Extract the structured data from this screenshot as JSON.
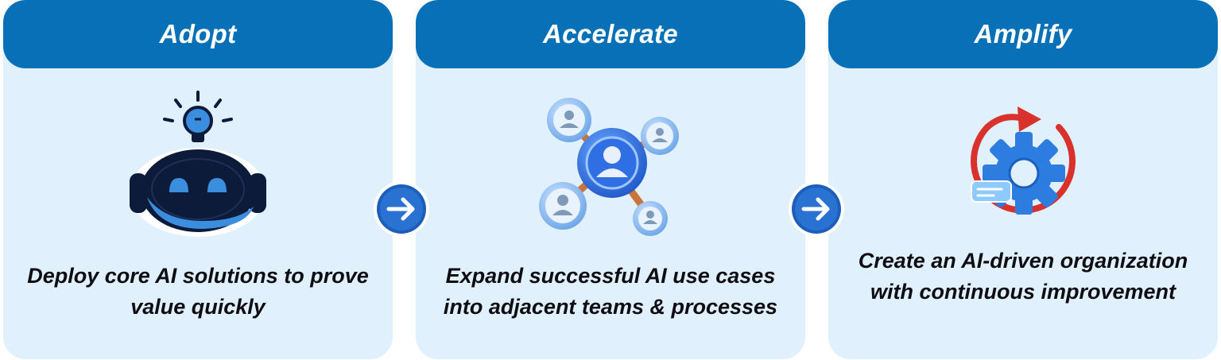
{
  "steps": [
    {
      "title": "Adopt",
      "description": "Deploy core AI solutions to prove value quickly",
      "icon": "robot-lightbulb-icon"
    },
    {
      "title": "Accelerate",
      "description": "Expand successful AI use cases into adjacent teams & processes",
      "icon": "user-network-icon"
    },
    {
      "title": "Amplify",
      "description": "Create an AI-driven organization with continuous improvement",
      "icon": "gear-cycle-icon"
    }
  ],
  "connectors": [
    "arrow-right-icon",
    "arrow-right-icon"
  ],
  "colors": {
    "header": "#0870b6",
    "card_bg": "#e1f0fd",
    "text": "#0d0d12",
    "arrow_bg": "#1b5fba",
    "cycle_red": "#d9312b",
    "gear_blue": "#2d7ce0"
  }
}
